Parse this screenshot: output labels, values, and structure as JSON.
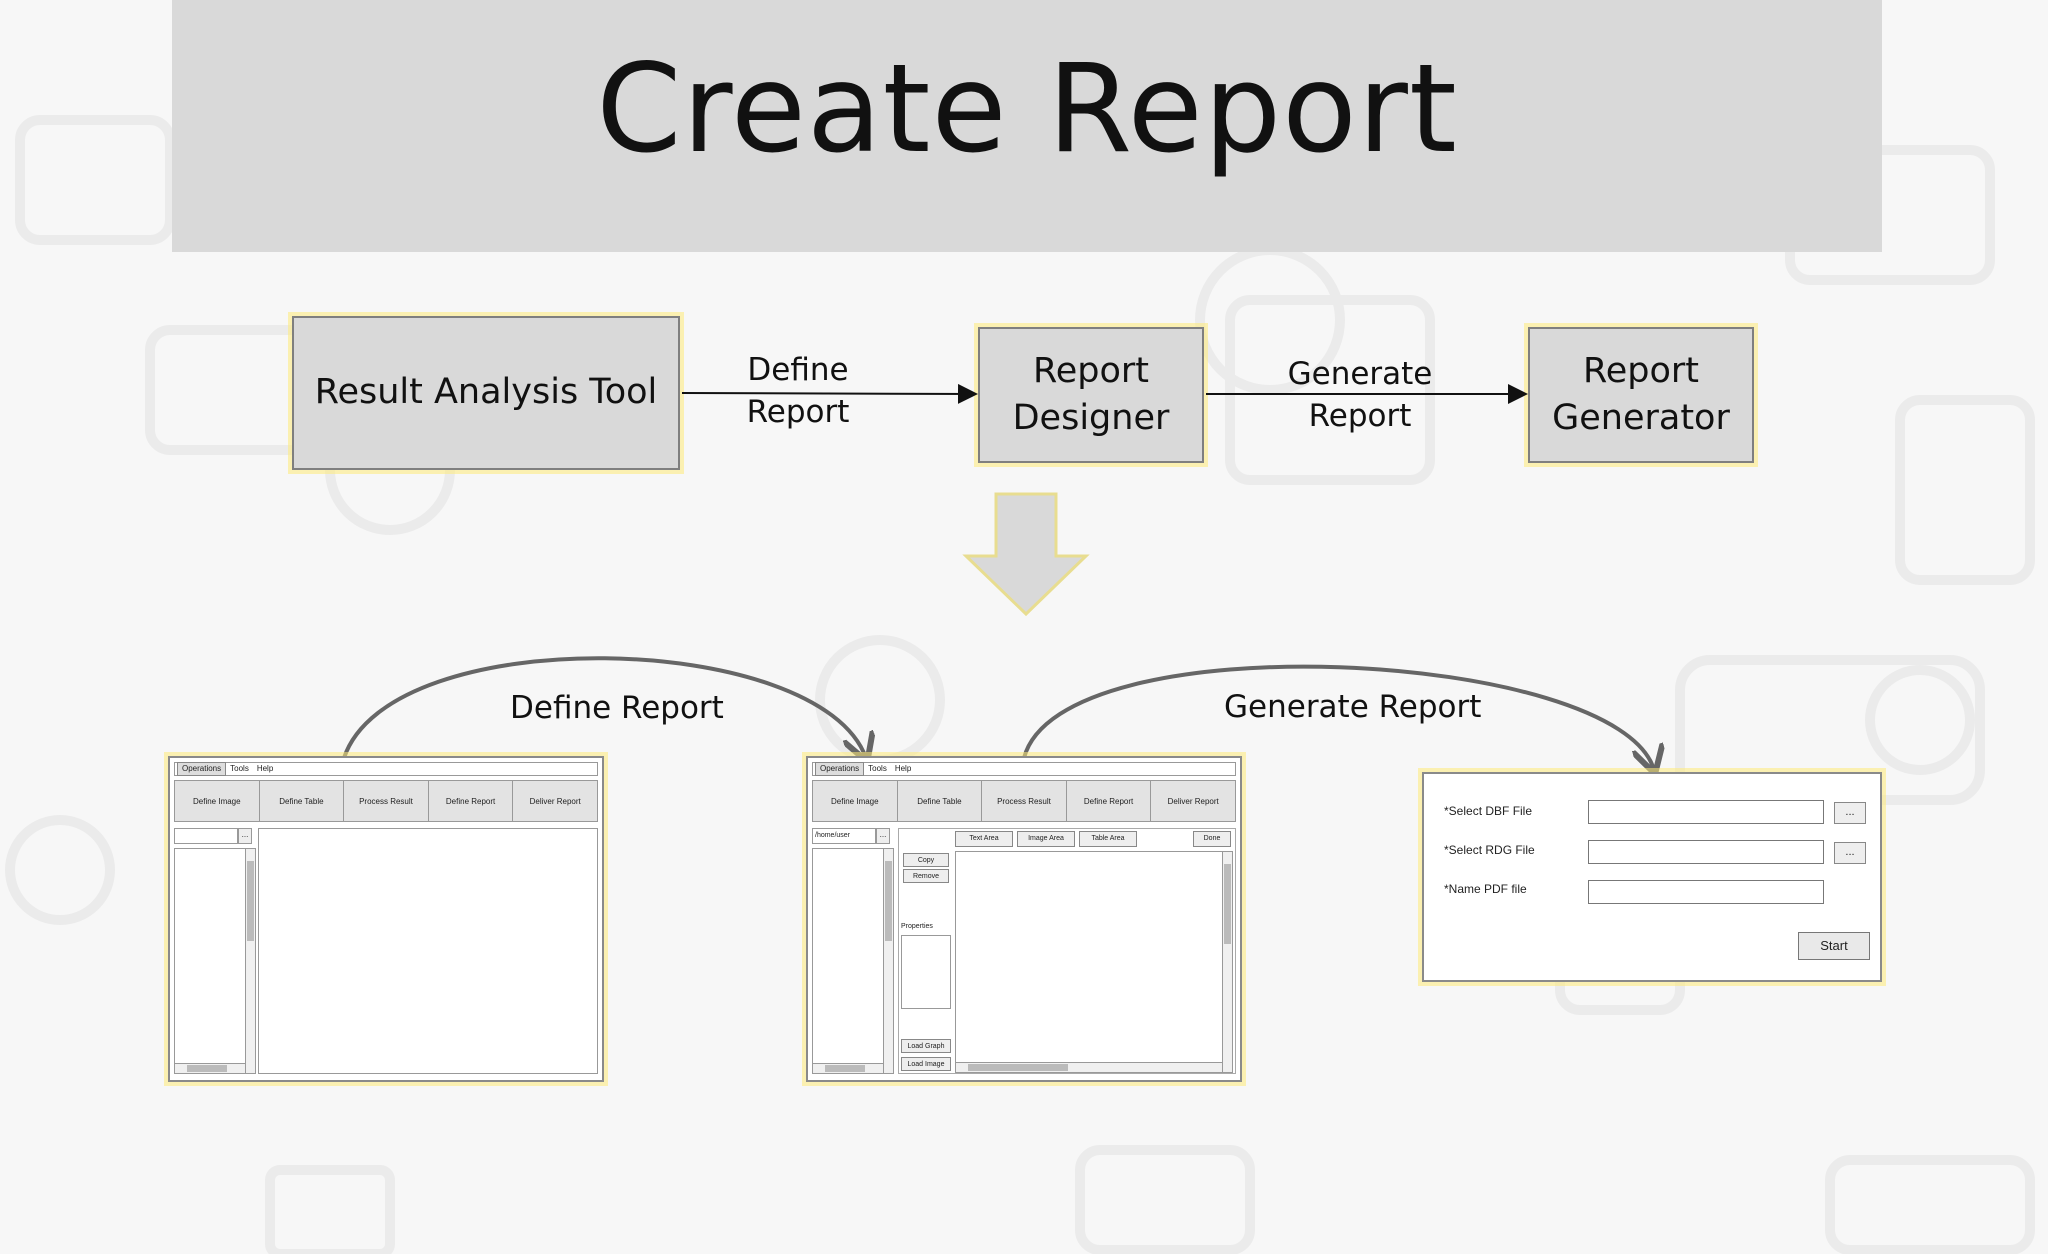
{
  "title": "Create Report",
  "flow": {
    "box1": "Result Analysis Tool",
    "edge1": [
      "Define",
      "Report"
    ],
    "box2": [
      "Report",
      "Designer"
    ],
    "edge2": [
      "Generate",
      "Report"
    ],
    "box3": [
      "Report",
      "Generator"
    ]
  },
  "curves": {
    "left": "Define Report",
    "right": "Generate Report"
  },
  "windows": {
    "menu": [
      "Operations",
      "Tools",
      "Help"
    ],
    "toolbar": [
      "Define Image",
      "Define Table",
      "Process Result",
      "Define Report",
      "Deliver Report"
    ],
    "dots": "...",
    "designer": {
      "path": "/home/user",
      "top_buttons": [
        "Text Area",
        "Image Area",
        "Table Area"
      ],
      "done": "Done",
      "copy": "Copy",
      "remove": "Remove",
      "properties": "Properties",
      "load_graph": "Load Graph",
      "load_image": "Load Image"
    },
    "generator": {
      "dbf": "*Select DBF File",
      "rdg": "*Select RDG File",
      "pdf": "*Name PDF file",
      "dots": "...",
      "start": "Start"
    }
  },
  "colors": {
    "title_band": "#d9d9d9",
    "box_fill": "#d9d9d9",
    "highlight": "#ffeb78",
    "arrow": "#111111",
    "curve": "#666666",
    "down_arrow": "#d9d9d9"
  }
}
